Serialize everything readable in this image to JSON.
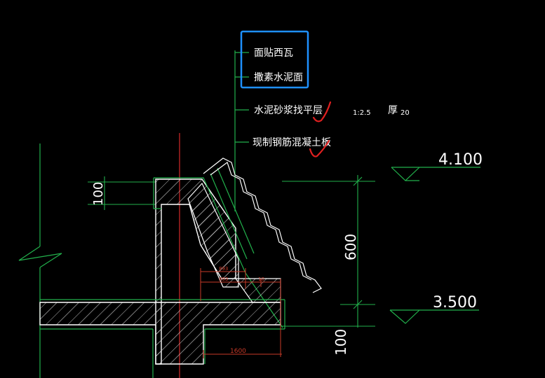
{
  "layer_labels": [
    "面贴西瓦",
    "撒素水泥面",
    "水泥砂浆找平层",
    "现制钢筋混凝土板"
  ],
  "mortar_ratio": "1:2.5",
  "thickness_label": "厚",
  "thickness_value": "20",
  "elevation_top": "4.100",
  "elevation_bottom": "3.500",
  "dim_rise": "600",
  "dim_parapet_thickness": "100",
  "dim_slab_thickness": "100",
  "dim_overhang": "1600",
  "dim_small_1": "893",
  "dim_small_2": "893",
  "dim_small_3": "10",
  "colors": {
    "line_green": "#22b14c",
    "axis_red": "#d42a2a",
    "dim_red": "#c83a28",
    "text_white": "#ffffff",
    "highlight_blue": "#1e90ff",
    "check_red": "#e02020"
  },
  "markups": [
    "blue-highlight-box",
    "red-checkmark",
    "red-checkmark"
  ]
}
